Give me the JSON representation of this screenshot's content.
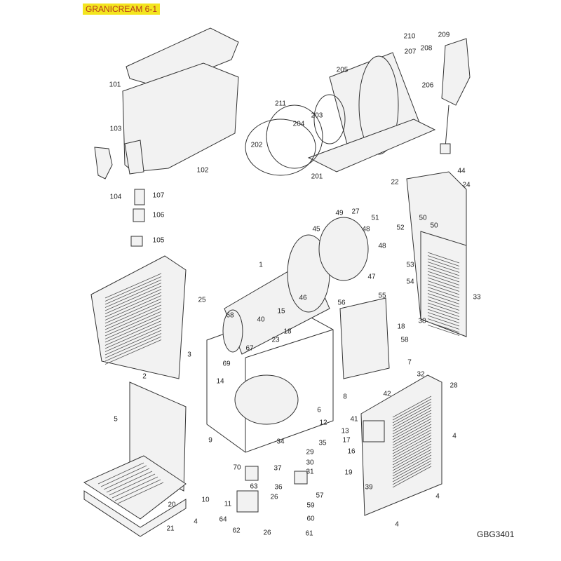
{
  "header": {
    "title": "GRANICREAM 6-1",
    "drawing_code": "GBG3401"
  },
  "colors": {
    "title_bg": "#f3e51f",
    "title_text": "#b8391c"
  },
  "part_labels": [
    "101",
    "103",
    "104",
    "102",
    "107",
    "106",
    "105",
    "210",
    "209",
    "207",
    "208",
    "205",
    "206",
    "211",
    "203",
    "204",
    "202",
    "201",
    "22",
    "44",
    "24",
    "49",
    "27",
    "51",
    "48",
    "52",
    "50",
    "50",
    "45",
    "48",
    "47",
    "53",
    "54",
    "1",
    "33",
    "55",
    "46",
    "15",
    "56",
    "38",
    "18",
    "58",
    "25",
    "68",
    "40",
    "18",
    "23",
    "67",
    "3",
    "69",
    "14",
    "7",
    "32",
    "2",
    "42",
    "28",
    "8",
    "41",
    "6",
    "12",
    "5",
    "4",
    "13",
    "17",
    "34",
    "35",
    "16",
    "29",
    "9",
    "70",
    "37",
    "30",
    "31",
    "19",
    "39",
    "63",
    "36",
    "57",
    "10",
    "11",
    "26",
    "20",
    "4",
    "59",
    "64",
    "62",
    "26",
    "60",
    "61",
    "4",
    "4",
    "21"
  ]
}
